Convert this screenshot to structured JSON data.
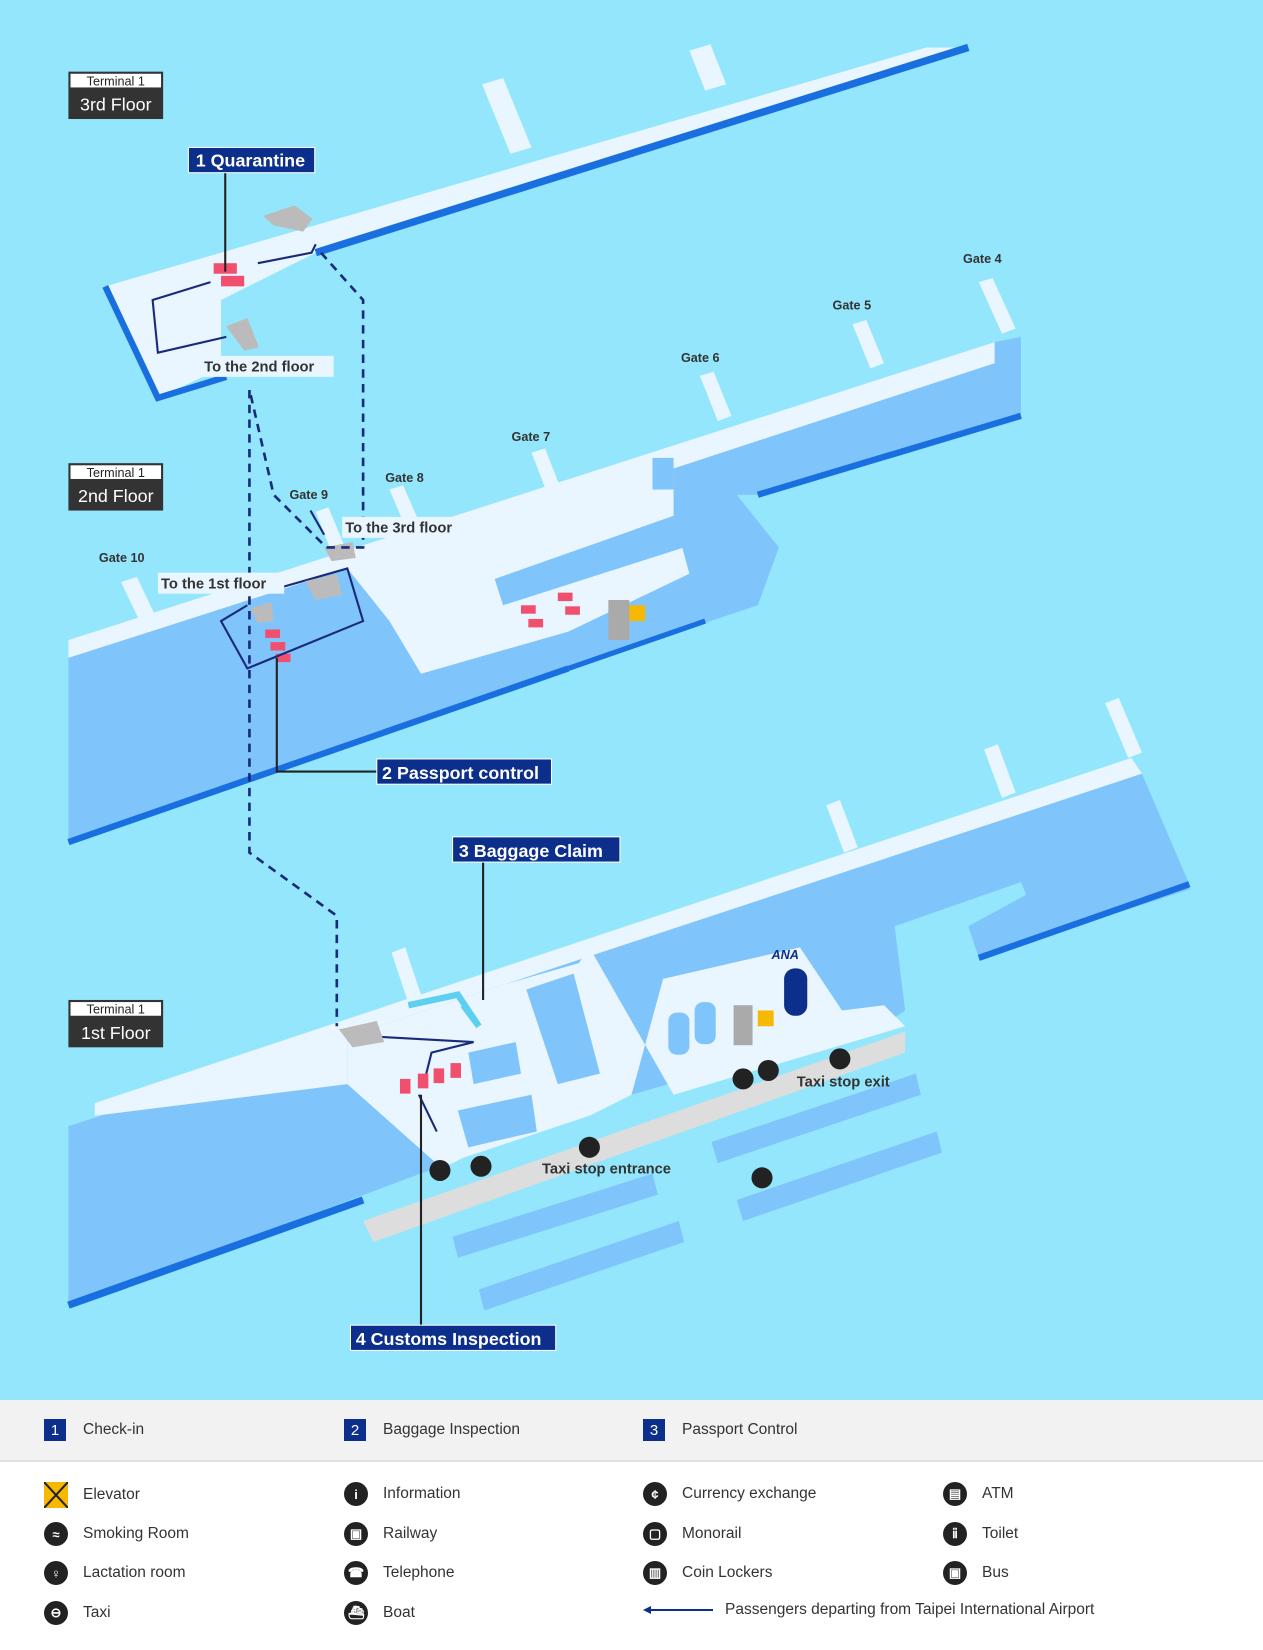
{
  "floors": [
    {
      "terminal": "Terminal 1",
      "floor": "3rd Floor"
    },
    {
      "terminal": "Terminal 1",
      "floor": "2nd Floor"
    },
    {
      "terminal": "Terminal 1",
      "floor": "1st Floor"
    }
  ],
  "callouts": [
    "1 Quarantine",
    "2 Passport control",
    "3 Baggage Claim",
    "4 Customs Inspection"
  ],
  "labels": {
    "to2nd": "To the 2nd floor",
    "to3rd": "To the 3rd floor",
    "to1st": "To the 1st floor",
    "taxi_exit": "Taxi stop exit",
    "taxi_entrance": "Taxi stop entrance",
    "ana": "ANA"
  },
  "gates": [
    "Gate 4",
    "Gate 5",
    "Gate 6",
    "Gate 7",
    "Gate 8",
    "Gate 9",
    "Gate 10"
  ],
  "legend_steps": [
    {
      "num": "1",
      "label": "Check-in"
    },
    {
      "num": "2",
      "label": "Baggage Inspection"
    },
    {
      "num": "3",
      "label": "Passport Control"
    }
  ],
  "legend_icons": [
    {
      "icon": "elevator-icon",
      "label": "Elevator"
    },
    {
      "icon": "information-icon",
      "label": "Information",
      "glyph": "i"
    },
    {
      "icon": "currency-exchange-icon",
      "label": "Currency exchange",
      "glyph": "¢"
    },
    {
      "icon": "atm-icon",
      "label": "ATM",
      "glyph": "▤"
    },
    {
      "icon": "smoking-room-icon",
      "label": "Smoking Room",
      "glyph": "≈"
    },
    {
      "icon": "railway-icon",
      "label": "Railway",
      "glyph": "▣"
    },
    {
      "icon": "monorail-icon",
      "label": "Monorail",
      "glyph": "▢"
    },
    {
      "icon": "toilet-icon",
      "label": "Toilet",
      "glyph": "ⅱ"
    },
    {
      "icon": "lactation-room-icon",
      "label": "Lactation room",
      "glyph": "♀"
    },
    {
      "icon": "telephone-icon",
      "label": "Telephone",
      "glyph": "☎"
    },
    {
      "icon": "coin-lockers-icon",
      "label": "Coin Lockers",
      "glyph": "▥"
    },
    {
      "icon": "bus-icon",
      "label": "Bus",
      "glyph": "▣"
    },
    {
      "icon": "taxi-icon",
      "label": "Taxi",
      "glyph": "⊖"
    },
    {
      "icon": "boat-icon",
      "label": "Boat",
      "glyph": "⛴"
    }
  ],
  "route_legend": "Passengers departing from Taipei International Airport",
  "colors": {
    "water": "#93e6fb",
    "building": "#7fc4fb",
    "edge": "#1a6fe0",
    "floor": "#e9f5ff",
    "navy": "#0d2f8c",
    "check": "#f0506e"
  }
}
